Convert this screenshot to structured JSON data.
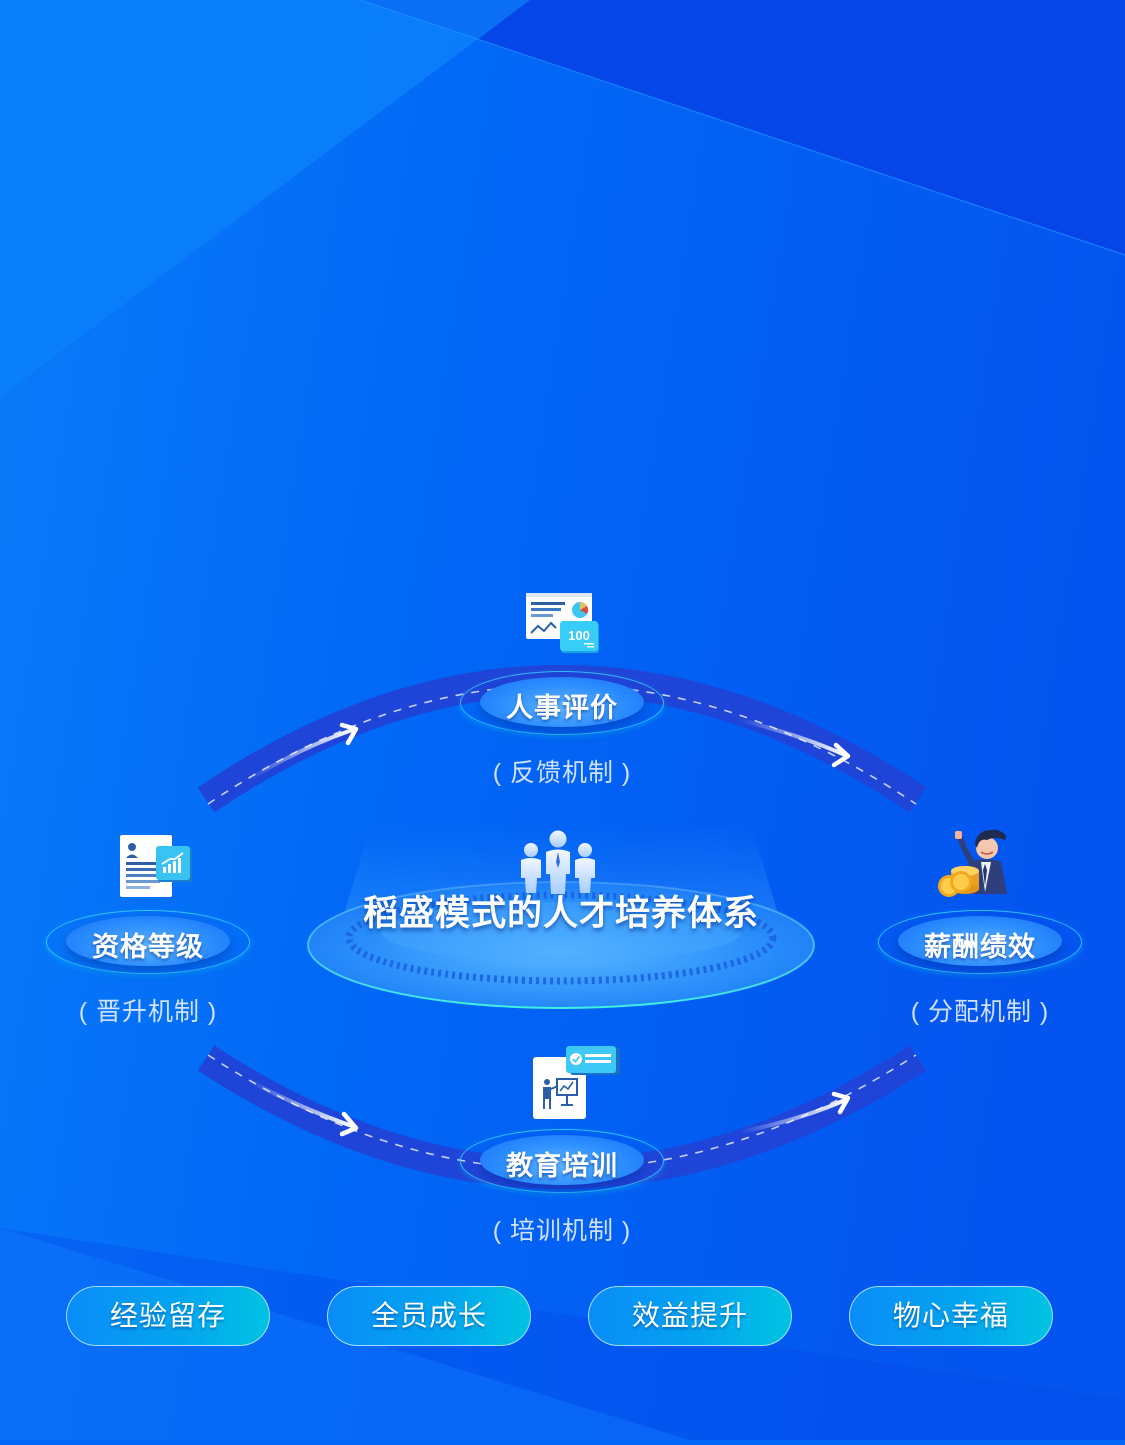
{
  "diagram": {
    "center": {
      "title": "稻盛模式的人才培养体系",
      "icon": "team-people-icon"
    },
    "nodes": [
      {
        "id": "top",
        "title": "人事评价",
        "subtitle": "( 反馈机制 )",
        "icon": "report-chart-score-icon",
        "score_badge": "100"
      },
      {
        "id": "left",
        "title": "资格等级",
        "subtitle": "( 晋升机制 )",
        "icon": "resume-growth-chart-icon"
      },
      {
        "id": "right",
        "title": "薪酬绩效",
        "subtitle": "( 分配机制 )",
        "icon": "businessman-coins-icon"
      },
      {
        "id": "bottom",
        "title": "教育培训",
        "subtitle": "( 培训机制 )",
        "icon": "presentation-training-icon"
      }
    ],
    "flow": [
      "资格等级",
      "人事评价",
      "薪酬绩效",
      "教育培训",
      "资格等级"
    ],
    "outcomes": [
      "经验留存",
      "全员成长",
      "效益提升",
      "物心幸福"
    ]
  },
  "colors": {
    "background": "#0165f5",
    "background_dark": "#0646e8",
    "arc_band": "#1f44d8",
    "pill": "#2b8cff",
    "ring": "#40dcff",
    "button_start": "#0a8cf8",
    "button_end": "#00c3e2"
  }
}
